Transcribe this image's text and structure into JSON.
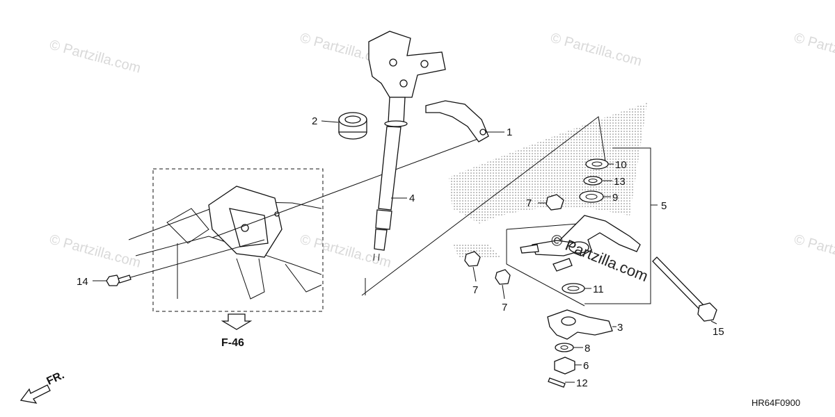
{
  "watermark": {
    "text": "© Partzilla.com",
    "center_text": "© Partzilla.com"
  },
  "callouts": {
    "c1": "1",
    "c2": "2",
    "c3": "3",
    "c4": "4",
    "c5": "5",
    "c6": "6",
    "c7a": "7",
    "c7b": "7",
    "c7c": "7",
    "c8": "8",
    "c9": "9",
    "c10": "10",
    "c11": "11",
    "c12": "12",
    "c13": "13",
    "c14": "14",
    "c15": "15"
  },
  "reference": {
    "label": "F-46"
  },
  "direction": {
    "label": "FR."
  },
  "diagram_code": "HR64F0900"
}
